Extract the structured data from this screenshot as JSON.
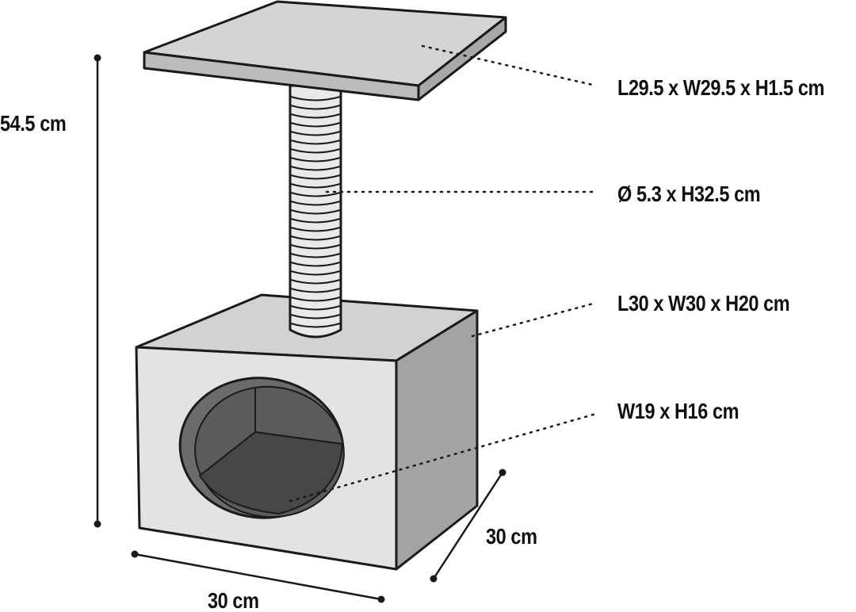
{
  "labels": {
    "total_height": "54.5 cm",
    "platform": "L29.5 x W29.5 x H1.5 cm",
    "post": "Ø 5.3 x H32.5 cm",
    "box": "L30 x W30 x H20 cm",
    "opening": "W19 x H16 cm",
    "depth": "30 cm",
    "width": "30 cm"
  },
  "colors": {
    "outline": "#1a1a1a",
    "platform_top": "#d4d4d4",
    "platform_edge": "#bcbcbc",
    "box_front": "#e3e3e3",
    "box_top": "#d2d2d2",
    "box_side": "#a3a3a3",
    "hole_inner": "#5b5b5b",
    "hole_floor": "#4a4a4a",
    "post_rope": "#e9e9e9",
    "text": "#111111"
  }
}
